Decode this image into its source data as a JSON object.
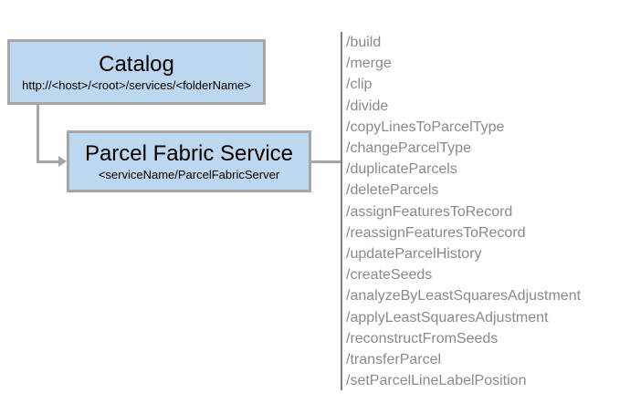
{
  "diagram": {
    "catalog": {
      "title": "Catalog",
      "subtitle": "http://<host>/<root>/services/<folderName>"
    },
    "service": {
      "title": "Parcel Fabric Service",
      "subtitle": "<serviceName/ParcelFabricServer"
    },
    "endpoints": [
      "/build",
      "/merge",
      "/clip",
      "/divide",
      "/copyLinesToParcelType",
      "/changeParcelType",
      "/duplicateParcels",
      "/deleteParcels",
      "/assignFeaturesToRecord",
      "/reassignFeaturesToRecord",
      "/updateParcelHistory",
      "/createSeeds",
      "/analyzeByLeastSquaresAdjustment",
      "/applyLeastSquaresAdjustment",
      "/reconstructFromSeeds",
      "/transferParcel",
      "/setParcelLineLabelPosition"
    ],
    "colors": {
      "box_fill": "#bdd7ee",
      "box_border": "#a6a6a6",
      "connector": "#a6a6a6",
      "divider": "#7f7f7f",
      "endpoint_text": "#8a8a8a",
      "title_text": "#000000",
      "background": "#ffffff"
    }
  }
}
